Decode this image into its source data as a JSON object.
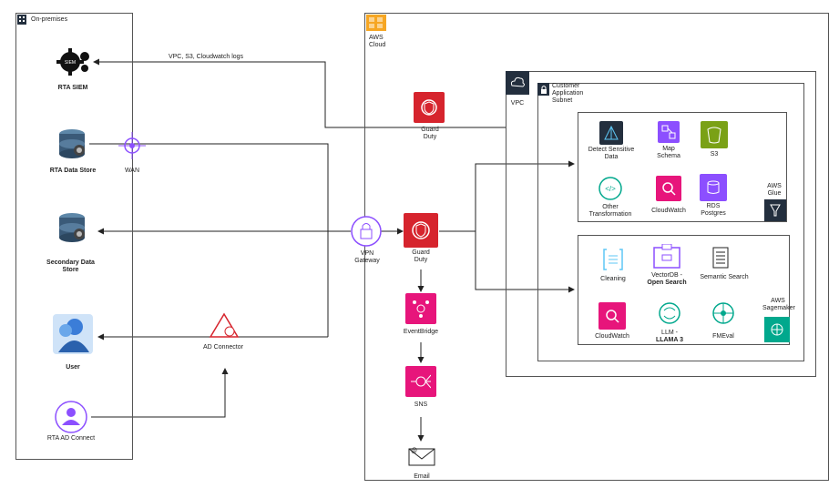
{
  "onprem": {
    "title": "On-premises",
    "siem": "RTA SIEM",
    "data_store": "RTA Data Store",
    "secondary_store": "Secondary Data Store",
    "user": "User",
    "ad_connect": "RTA AD Connect",
    "wan": "WAN",
    "ad_connector": "AD Connector",
    "siem_badge": "SIEM"
  },
  "edges": {
    "logs": "VPC, S3, Cloudwatch logs"
  },
  "aws": {
    "cloud": "AWS Cloud",
    "guard_duty_top": "Guard Duty",
    "vpn_gateway": "VPN Gateway",
    "guard_duty_mid": "Guard Duty",
    "eventbridge": "EventBridge",
    "sns": "SNS",
    "email": "Email",
    "vpc": "VPC",
    "subnet": "Customer Application Subnet"
  },
  "glue": {
    "title": "AWS Glue",
    "detect": "Detect Sensitive Data",
    "map_schema": "Map Schema",
    "s3": "S3",
    "other": "Other Transformation",
    "cloudwatch": "CloudWatch",
    "rds": "RDS Postgres"
  },
  "sagemaker": {
    "title": "AWS Sagemaker",
    "cleaning": "Cleaning",
    "vectordb_a": "VectorDB -",
    "vectordb_b": "Open Search",
    "semantic": "Semantic Search",
    "cloudwatch": "CloudWatch",
    "llm_a": "LLM -",
    "llm_b": "LLAMA 3",
    "fmeval": "FMEval"
  },
  "colors": {
    "security_red": "#d6242d",
    "integration_pink": "#e7157b",
    "analytics_purple": "#8c4fff",
    "storage_green": "#7aa116",
    "ml_teal": "#01a88d",
    "aws_orange": "#f6a623",
    "network_purple": "#8c4fff"
  }
}
